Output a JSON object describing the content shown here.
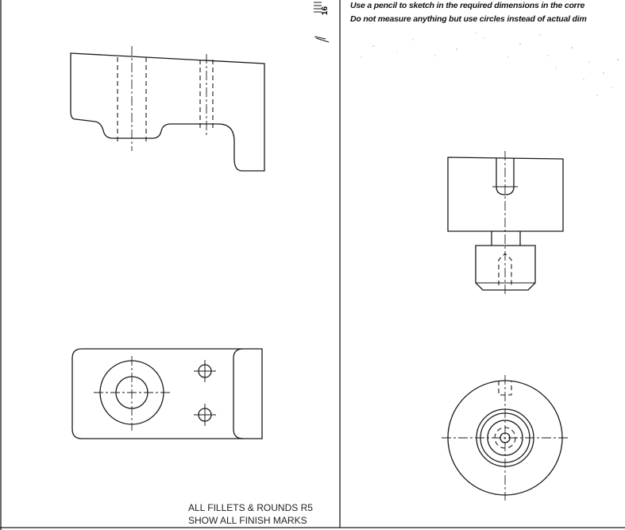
{
  "instructions": {
    "line1": "Use a pencil to sketch in the required dimensions in the corre",
    "line2": "Do not measure anything but use circles instead of actual dim"
  },
  "margin_mark": "16",
  "notes": {
    "fillets": "ALL FILLETS & ROUNDS R5",
    "finish": "SHOW ALL FINISH MARKS"
  }
}
